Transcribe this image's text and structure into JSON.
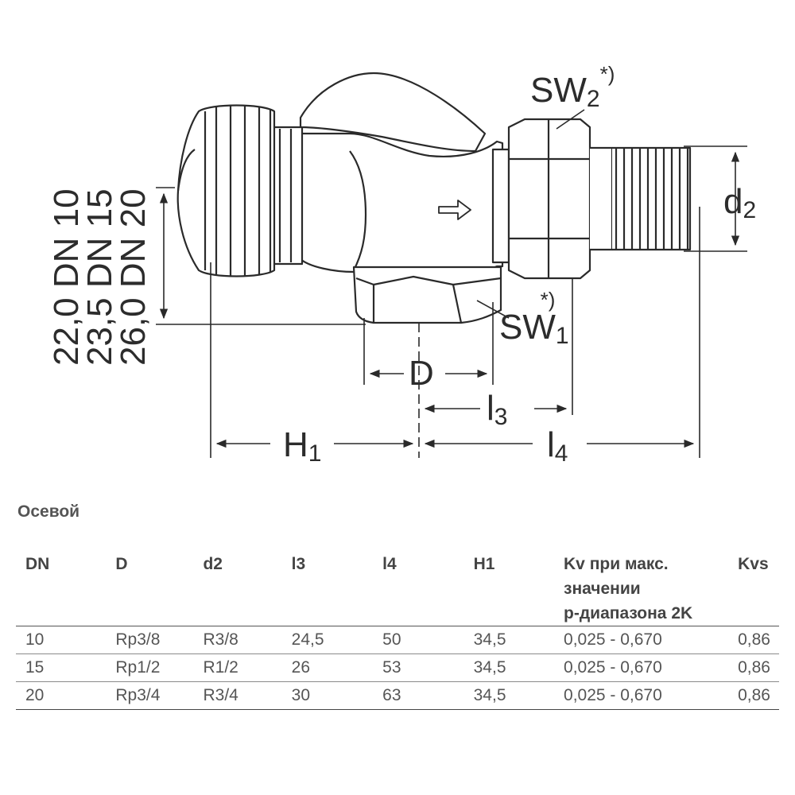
{
  "drawing": {
    "sw2": {
      "main": "SW",
      "sub": "2",
      "sup": "*)"
    },
    "sw1": {
      "main": "SW",
      "sub": "1",
      "sup": "*)"
    },
    "d2": {
      "main": "d",
      "sub": "2"
    },
    "D": "D",
    "l3": {
      "main": "l",
      "sub": "3"
    },
    "l4": {
      "main": "l",
      "sub": "4"
    },
    "H1": {
      "main": "H",
      "sub": "1"
    },
    "dn_lines": [
      "22,0 DN 10",
      "23,5 DN 15",
      "26,0 DN 20"
    ]
  },
  "section_title": "Осевой",
  "table": {
    "headers": [
      "DN",
      "D",
      "d2",
      "l3",
      "l4",
      "H1",
      "Kv при макс. значении p-диапазона 2K",
      "Kvs"
    ],
    "header_lines": {
      "kv": [
        "Kv при макс.",
        "значении",
        "p-диапазона 2K"
      ]
    },
    "rows": [
      [
        "10",
        "Rp3/8",
        "R3/8",
        "24,5",
        "50",
        "34,5",
        "0,025 - 0,670",
        "0,86"
      ],
      [
        "15",
        "Rp1/2",
        "R1/2",
        "26",
        "53",
        "34,5",
        "0,025 - 0,670",
        "0,86"
      ],
      [
        "20",
        "Rp3/4",
        "R3/4",
        "30",
        "63",
        "34,5",
        "0,025 - 0,670",
        "0,86"
      ]
    ]
  },
  "colors": {
    "line": "#2a2a2a",
    "text": "#3a3a3a"
  }
}
